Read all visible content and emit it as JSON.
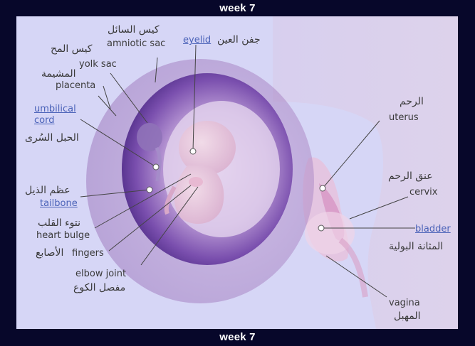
{
  "banners": {
    "top": "week 7",
    "bottom": "week 7"
  },
  "labels": {
    "amniotic_sac": {
      "ar": "كيس السائل",
      "en": "amniotic sac"
    },
    "yolk_sac": {
      "ar": "كيس المح",
      "en": "yolk sac"
    },
    "placenta": {
      "ar": "المشيمة",
      "en": "placenta"
    },
    "umbilical_cord": {
      "en_line1": "umbilical",
      "en_line2": "cord",
      "ar": "الحبل السُرى"
    },
    "tailbone": {
      "ar": "عظم الذيل",
      "en": "tailbone"
    },
    "heart_bulge": {
      "ar": "نتوء القلب",
      "en": "heart bulge"
    },
    "fingers": {
      "en": "fingers",
      "ar": "الأصابع"
    },
    "elbow_joint": {
      "en": "elbow joint",
      "ar": "مفصل الكوع"
    },
    "eyelid": {
      "en": "eyelid",
      "ar": "جفن العين"
    },
    "uterus": {
      "ar": "الرحم",
      "en": "uterus"
    },
    "cervix": {
      "ar": "عنق الرحم",
      "en": "cervix"
    },
    "bladder": {
      "en": "bladder",
      "ar": "المثانة البولية"
    },
    "vagina": {
      "en": "vagina",
      "ar": "المهبل"
    }
  },
  "colors": {
    "background": "#07072a",
    "panel": "#d6d6f6",
    "link": "#4a62b8",
    "text": "#3a3a3a"
  }
}
